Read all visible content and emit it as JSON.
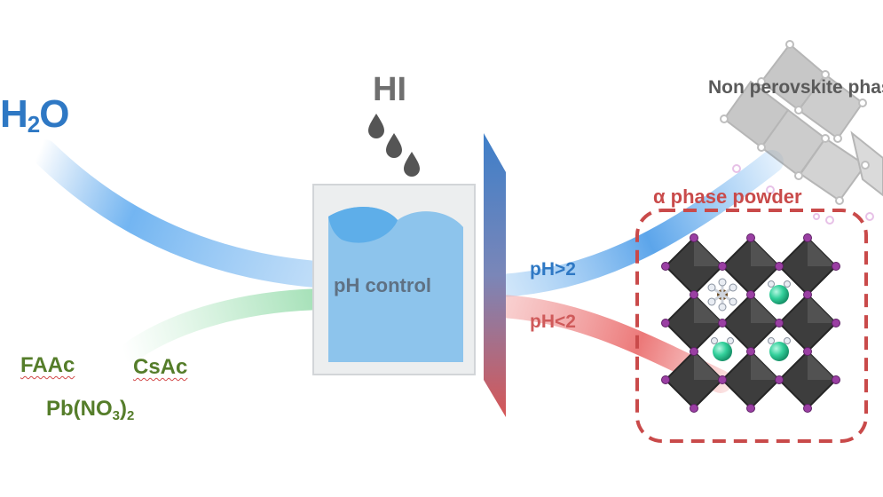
{
  "labels": {
    "water": "H",
    "water_sub": "2",
    "water_tail": "O",
    "acid": "HI",
    "vessel": "pH control",
    "ph_high": "pH>2",
    "ph_low": "pH<2",
    "non_perovskite": "Non perovskite phase",
    "alpha_phase": "α phase powder"
  },
  "reagents": {
    "faac": "FAAc",
    "csac": "CsAc",
    "pb_prefix": "Pb(NO",
    "pb_sub1": "3",
    "pb_mid": ")",
    "pb_sub2": "2"
  },
  "colors": {
    "water_blue": "#2e78c4",
    "acid_red": "#cf5a5a",
    "reagent_green": "#557d2a",
    "droplet": "#555555",
    "dashed_box": "#c94a4a"
  },
  "icons": [
    "droplet-icon",
    "beaker-icon",
    "ph-gradient-bar",
    "octahedra-lattice-icon"
  ]
}
